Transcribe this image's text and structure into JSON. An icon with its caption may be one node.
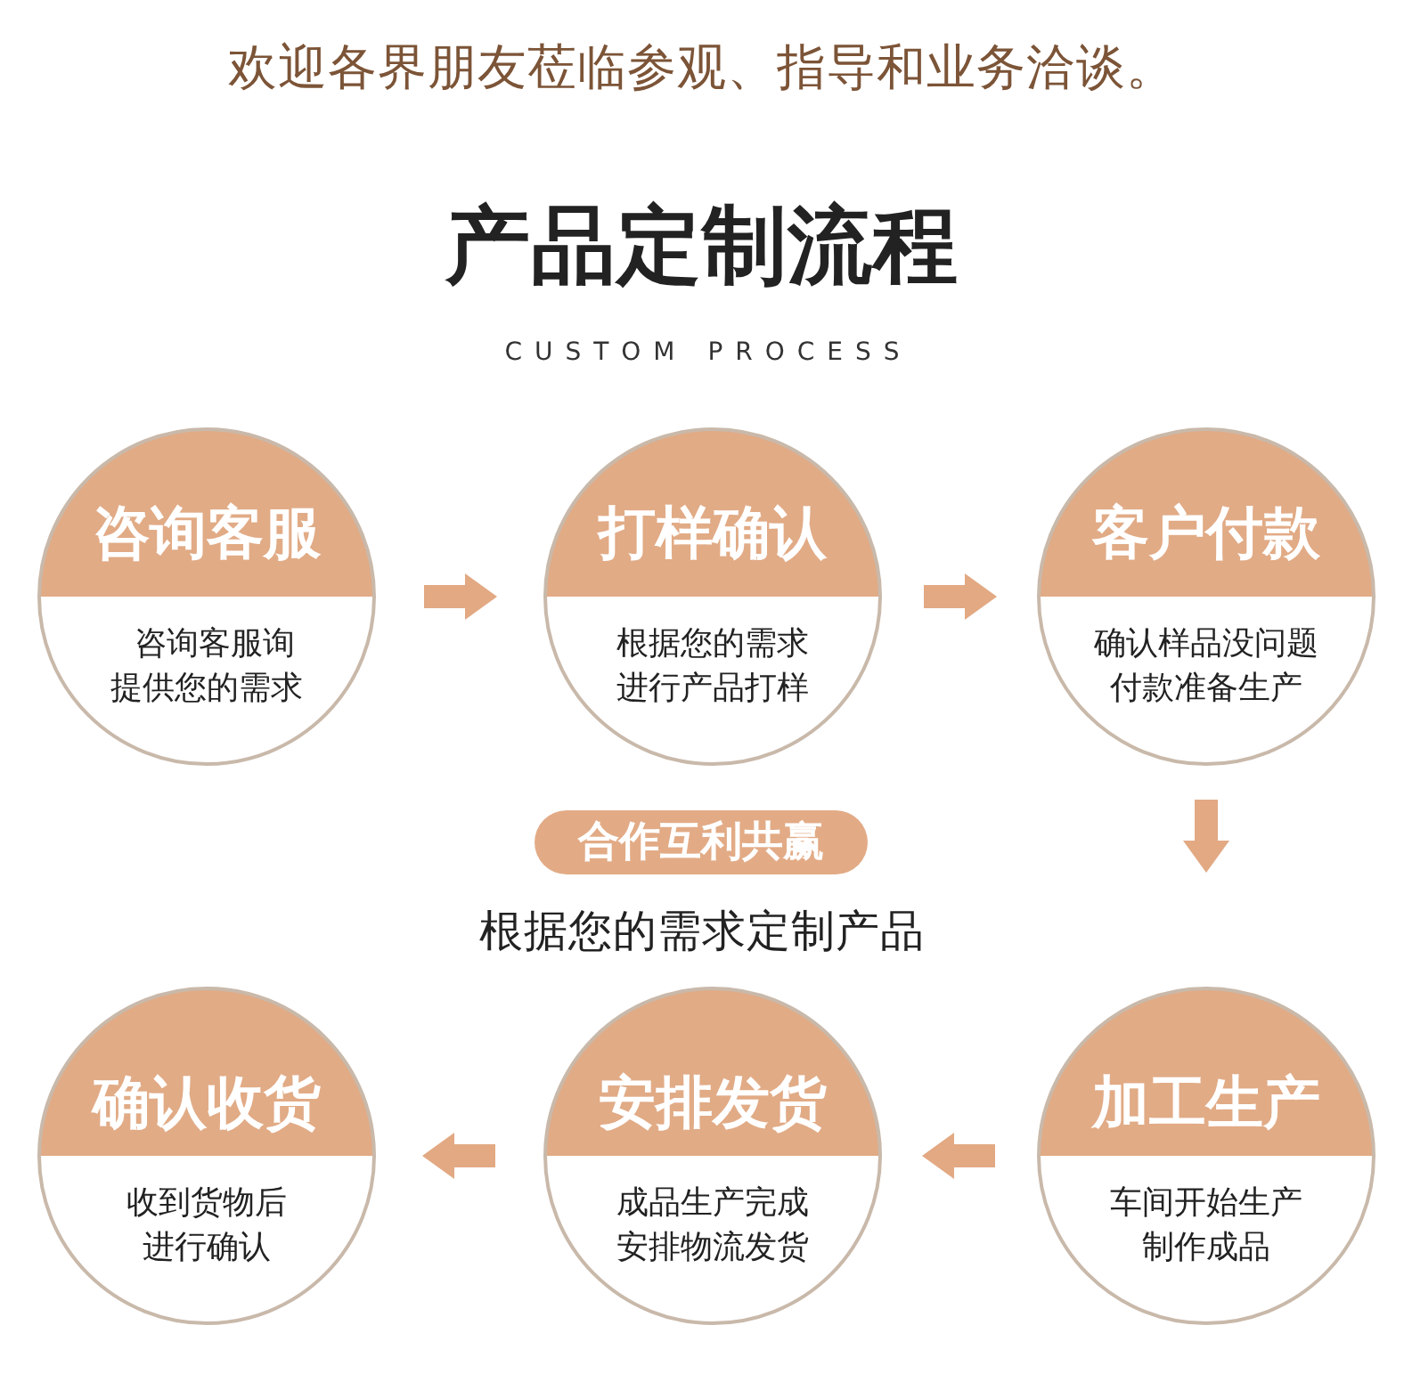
{
  "diagram": {
    "title": "产品定制流程",
    "nodes": [
      {
        "text": [
          "咨询客服",
          "咨询客服询提供您的需求"
        ]
      },
      {
        "text": [
          "打样确认",
          "根据您的需求进行产品打样"
        ]
      },
      {
        "text": [
          "客户付款",
          "确认样品没问题付款准备生产"
        ]
      },
      {
        "text": [
          "合作互利共赢"
        ]
      },
      {
        "text": [
          "确认收货",
          "收到货物后进行确认"
        ]
      },
      {
        "text": [
          "安排发货",
          "成品生产完成安排物流发货"
        ]
      },
      {
        "text": [
          "加工生产",
          "车间开始生产制作成品"
        ]
      }
    ],
    "edges": [
      {
        "from": 0,
        "to": 1,
        "arrow": "to"
      },
      {
        "from": 1,
        "to": 2,
        "arrow": "to"
      },
      {
        "from": 2,
        "to": 6,
        "arrow": "to"
      },
      {
        "from": 6,
        "to": 5,
        "arrow": "to"
      },
      {
        "from": 5,
        "to": 4,
        "arrow": "to"
      }
    ],
    "labels": [
      "欢迎各界朋友莅临参观、指导和业务洽谈。",
      "CUSTOM PROCESS",
      "根据您的需求定制产品"
    ]
  }
}
